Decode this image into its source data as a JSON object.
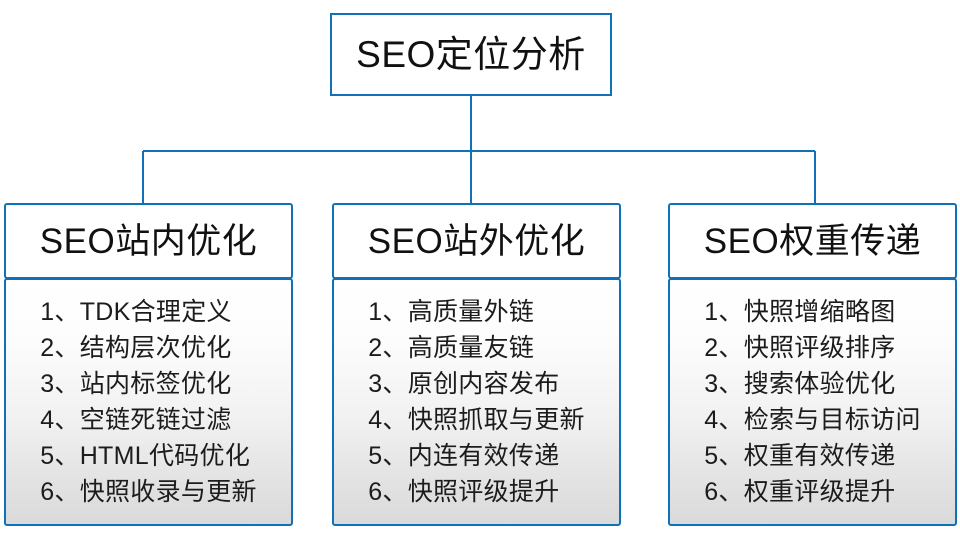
{
  "diagram": {
    "type": "org-chart",
    "orientation": "top-down",
    "accent_color": "#1070b8",
    "background_color": "#ffffff",
    "root": {
      "label": "SEO定位分析"
    },
    "branches": [
      {
        "label": "SEO站内优化",
        "items": [
          "1、TDK合理定义",
          "2、结构层次优化",
          "3、站内标签优化",
          "4、空链死链过滤",
          "5、HTML代码优化",
          "6、快照收录与更新"
        ]
      },
      {
        "label": "SEO站外优化",
        "items": [
          "1、高质量外链",
          "2、高质量友链",
          "3、原创内容发布",
          "4、快照抓取与更新",
          "5、内连有效传递",
          "6、快照评级提升"
        ]
      },
      {
        "label": "SEO权重传递",
        "items": [
          "1、快照增缩略图",
          "2、快照评级排序",
          "3、搜索体验优化",
          "4、检索与目标访问",
          "5、权重有效传递",
          "6、权重评级提升"
        ]
      }
    ]
  }
}
